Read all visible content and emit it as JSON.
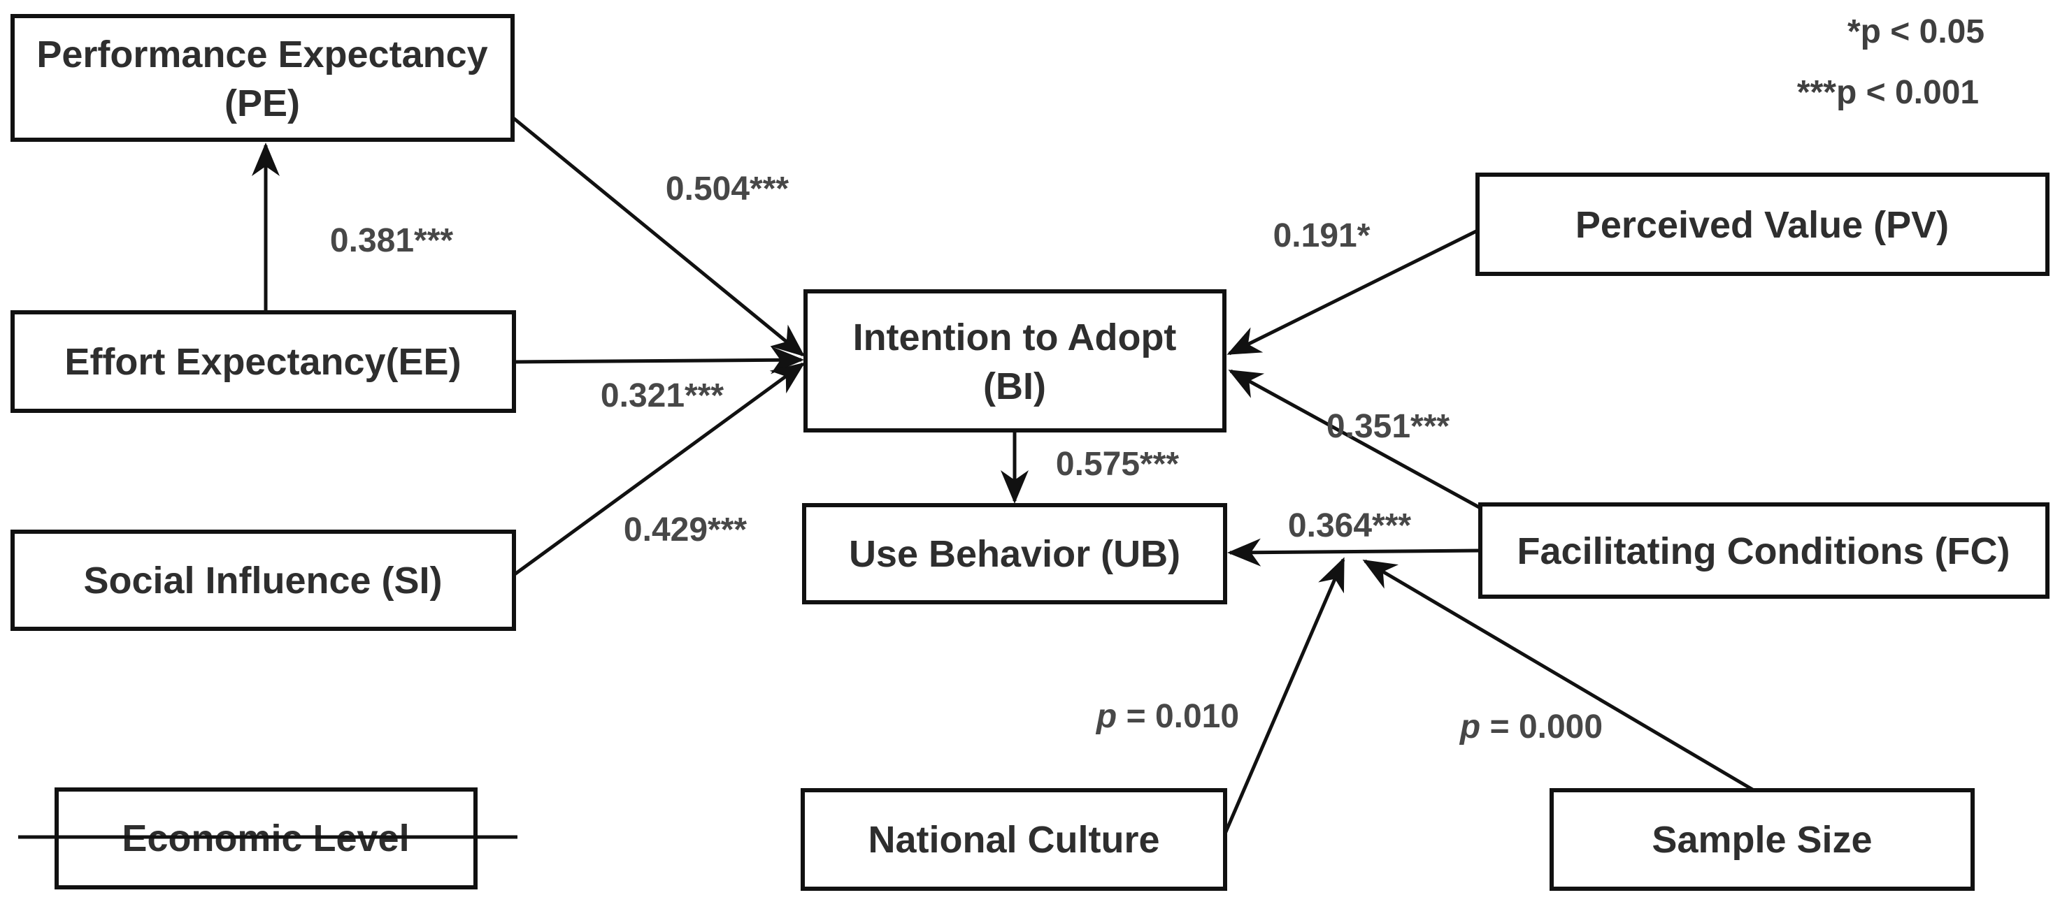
{
  "legend": {
    "sig_line1": "*p < 0.05",
    "sig_line2": "***p < 0.001"
  },
  "nodes": {
    "pe": {
      "line1": "Performance Expectancy",
      "line2": "(PE)"
    },
    "ee": {
      "label": "Effort Expectancy(EE)"
    },
    "si": {
      "label": "Social Influence (SI)"
    },
    "el": {
      "label": "Economic Level",
      "struck_through": true
    },
    "bi": {
      "line1": "Intention to Adopt",
      "line2": "(BI)"
    },
    "ub": {
      "label": "Use Behavior (UB)"
    },
    "pv": {
      "label": "Perceived Value (PV)"
    },
    "fc": {
      "label": "Facilitating Conditions (FC)"
    },
    "nc": {
      "label": "National Culture"
    },
    "ss": {
      "label": "Sample Size"
    }
  },
  "edges": [
    {
      "from": "EE",
      "to": "PE",
      "label": "0.381***"
    },
    {
      "from": "PE",
      "to": "BI",
      "label": "0.504***"
    },
    {
      "from": "EE",
      "to": "BI",
      "label": "0.321***"
    },
    {
      "from": "SI",
      "to": "BI",
      "label": "0.429***"
    },
    {
      "from": "PV",
      "to": "BI",
      "label": "0.191*"
    },
    {
      "from": "FC",
      "to": "BI",
      "label": "0.351***"
    },
    {
      "from": "BI",
      "to": "UB",
      "label": "0.575***"
    },
    {
      "from": "FC",
      "to": "UB",
      "label": "0.364***"
    },
    {
      "from": "National Culture",
      "to": "FC-UB path",
      "label_var": "p",
      "label_value": " = 0.010"
    },
    {
      "from": "Sample Size",
      "to": "FC-UB path",
      "label_var": "p",
      "label_value": " = 0.000"
    }
  ],
  "colors": {
    "background": "#ffffff",
    "box_border": "#111111",
    "line": "#111111",
    "node_text": "#2e2e2e",
    "coefficient_text": "#474747",
    "legend_text": "#3f3f3f"
  }
}
